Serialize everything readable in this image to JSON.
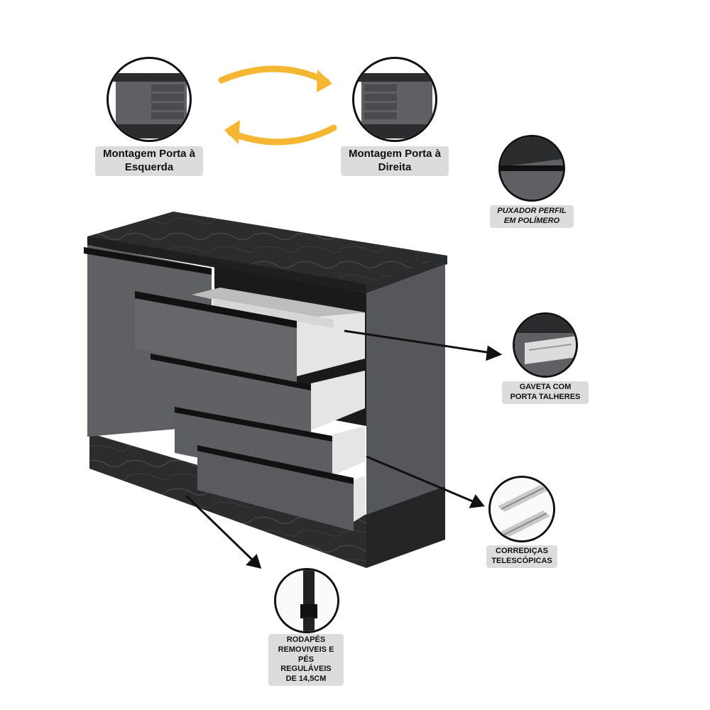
{
  "callouts": {
    "left_door": {
      "line1": "Montagem Porta à",
      "line2": "Esquerda"
    },
    "right_door": {
      "line1": "Montagem Porta à",
      "line2": "Direita"
    },
    "handle": {
      "line1": "PUXADOR PERFIL",
      "line2": "EM POLÍMERO"
    },
    "drawer": {
      "line1": "GAVETA COM",
      "line2": "PORTA TALHERES"
    },
    "slides": {
      "line1": "CORREDIÇAS",
      "line2": "TELESCÓPICAS"
    },
    "feet": {
      "line1": "RODAPÉS",
      "line2": "REMOVIVEIS E",
      "line3": "PÉS REGULÁVEIS",
      "line4": "DE 14,5CM"
    }
  },
  "colors": {
    "cabinet_body": "#5a5c5f",
    "cabinet_front": "#66686b",
    "marble_top": "#2b2c2e",
    "swap_arrows": "#f5b731",
    "label_bg": "#dcdcdc"
  },
  "icons": {
    "swap": "curved-double-arrow",
    "pointer": "arrow-right"
  }
}
